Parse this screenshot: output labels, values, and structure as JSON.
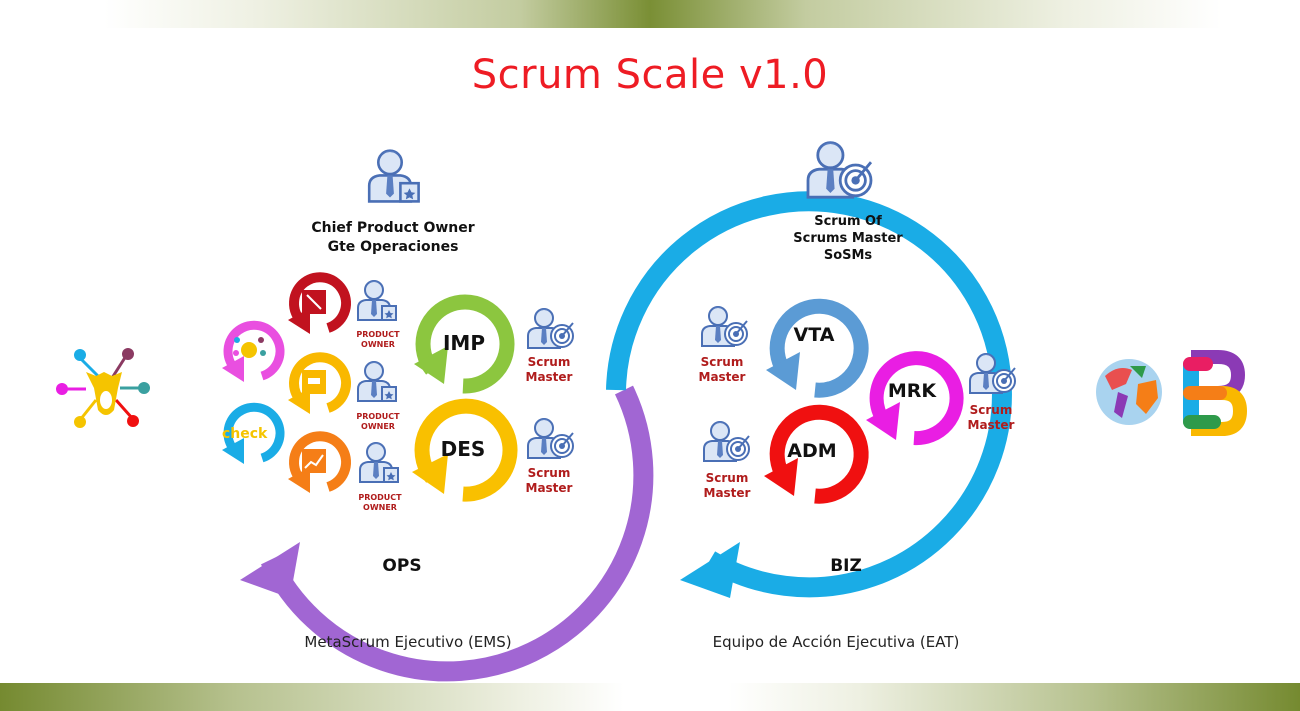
{
  "title": "Scrum Scale v1.0",
  "colors": {
    "title": "#ee1c24",
    "ops_ring": "#a166d3",
    "biz_ring": "#1aace6",
    "role_text": "#b01c1c",
    "band_green": "#7a8f35"
  },
  "ops": {
    "name": "OPS",
    "caption": "MetaScrum Ejecutivo (EMS)",
    "leader": {
      "line1": "Chief Product Owner",
      "line2": "Gte Operaciones",
      "icon": "product-owner-icon"
    },
    "teams": [
      {
        "label": "IMP",
        "color": "#8cc63f",
        "role_line1": "Scrum",
        "role_line2": "Master"
      },
      {
        "label": "DES",
        "color": "#f9c000",
        "role_line1": "Scrum",
        "role_line2": "Master"
      }
    ],
    "product_owners": [
      {
        "line1": "PRODUCT",
        "line2": "OWNER",
        "cycle_color": "#c1121f",
        "icon": "tool-icon"
      },
      {
        "line1": "PRODUCT",
        "line2": "OWNER",
        "cycle_color": "#f9b800",
        "icon": "cow-icon"
      },
      {
        "line1": "PRODUCT",
        "line2": "OWNER",
        "cycle_color": "#f57e17",
        "icon": "chart-icon"
      }
    ],
    "side_cycles": [
      {
        "color": "#e94fe0",
        "icon": "cow-network-icon"
      },
      {
        "color": "#1aace6",
        "icon": "check-logo-icon",
        "text": "check"
      }
    ]
  },
  "biz": {
    "name": "BIZ",
    "caption": "Equipo de Acción Ejecutiva (EAT)",
    "leader": {
      "line1": "Scrum Of",
      "line2": "Scrums Master",
      "line3": "SoSMs",
      "icon": "scrum-master-icon"
    },
    "teams": [
      {
        "label": "VTA",
        "color": "#5b9bd5",
        "role_line1": "Scrum",
        "role_line2": "Master"
      },
      {
        "label": "MRK",
        "color": "#e91ee3",
        "role_line1": "Scrum",
        "role_line2": "Master"
      },
      {
        "label": "ADM",
        "color": "#f01010",
        "role_line1": "Scrum",
        "role_line2": "Master"
      }
    ]
  },
  "logos": {
    "left": "cow-network-logo",
    "right_globe": "globe-logo",
    "right_b": "b-logo"
  }
}
